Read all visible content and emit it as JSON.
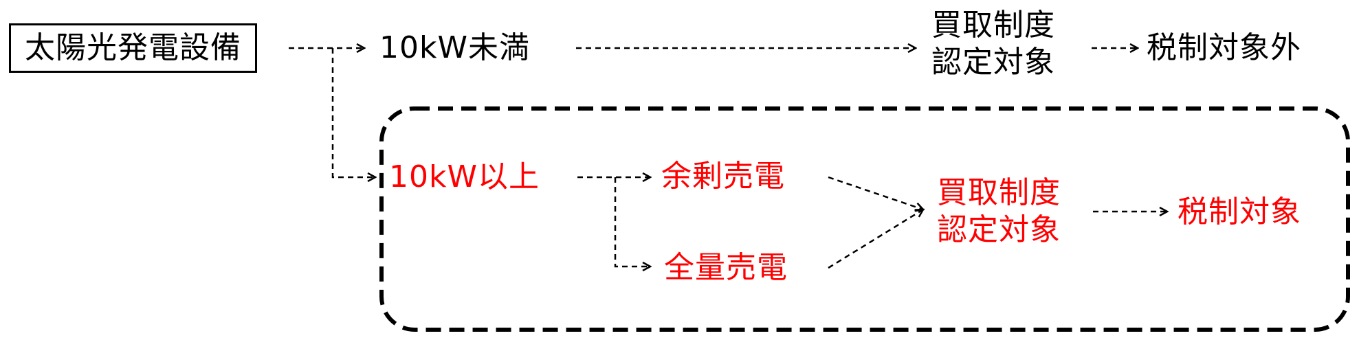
{
  "nodes": {
    "solar": {
      "label": "太陽光発電設備"
    },
    "under10": {
      "label": "10kW未満"
    },
    "cert_top": {
      "label": "買取制度\n認定対象"
    },
    "tax_exempt": {
      "label": "税制対象外"
    },
    "over10": {
      "label": "10kW以上"
    },
    "surplus": {
      "label": "余剰売電"
    },
    "full": {
      "label": "全量売電"
    },
    "cert_bottom": {
      "label": "買取制度\n認定対象"
    },
    "tax_target": {
      "label": "税制対象"
    }
  },
  "colors": {
    "text": "#000000",
    "highlight": "#ff0000",
    "line": "#000000"
  }
}
